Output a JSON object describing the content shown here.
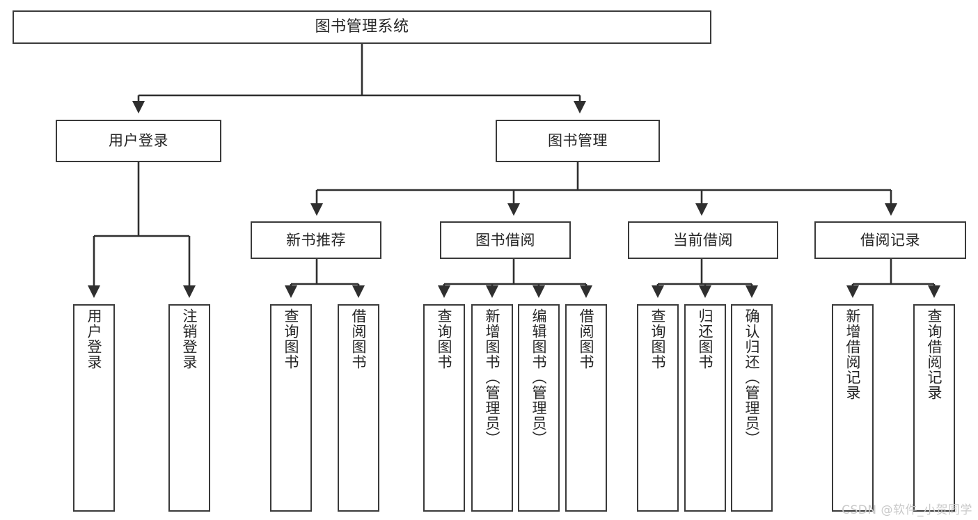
{
  "diagram": {
    "title": "图书管理系统",
    "type": "tree-hierarchy",
    "watermark": "CSDN @软件_小贺同学",
    "colors": {
      "background": "#ffffff",
      "box_border": "#3a3a3a",
      "box_fill": "#ffffff",
      "text": "#262626",
      "connector": "#2f2f2f",
      "watermark": "#c9c9c9"
    }
  },
  "nodes": {
    "root": {
      "label": "图书管理系统"
    },
    "level2": [
      {
        "label": "用户登录"
      },
      {
        "label": "图书管理"
      }
    ],
    "level3": [
      {
        "label": "新书推荐"
      },
      {
        "label": "图书借阅"
      },
      {
        "label": "当前借阅"
      },
      {
        "label": "借阅记录"
      }
    ],
    "leaves": {
      "user_login": [
        {
          "label": "用户登录"
        },
        {
          "label": "注销登录"
        }
      ],
      "new_book": [
        {
          "label": "查询图书"
        },
        {
          "label": "借阅图书"
        }
      ],
      "book_borrow": [
        {
          "label": "查询图书"
        },
        {
          "label": "新增图书（管理员）"
        },
        {
          "label": "编辑图书（管理员）"
        },
        {
          "label": "借阅图书"
        }
      ],
      "current_borrow": [
        {
          "label": "查询图书"
        },
        {
          "label": "归还图书"
        },
        {
          "label": "确认归还（管理员）"
        }
      ],
      "borrow_record": [
        {
          "label": "新增借阅记录"
        },
        {
          "label": "查询借阅记录"
        }
      ]
    }
  }
}
